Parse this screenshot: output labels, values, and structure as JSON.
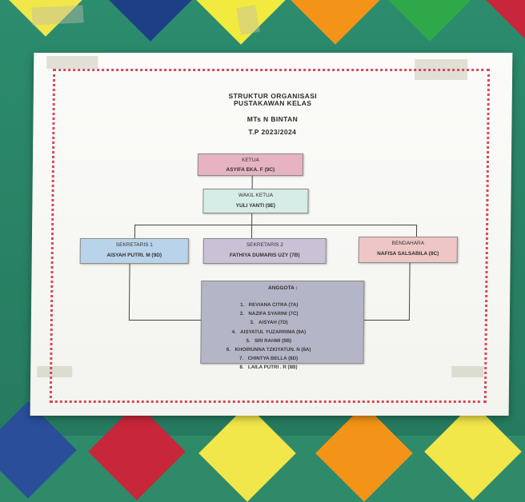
{
  "poster": {
    "title_lines": [
      "STRUKTUR ORGANISASI",
      "PUSTAKAWAN KELAS",
      "MTs N BINTAN",
      "T.P 2023/2024"
    ],
    "ketua": {
      "title": "KETUA",
      "name": "ASYIFA EKA. F (9C)"
    },
    "wakil": {
      "title": "WAKIL KETUA",
      "name": "YULI YANTI (9E)"
    },
    "sekretaris1": {
      "title": "SEKRETARIS 1",
      "name": "AISYAH PUTRI. M (9D)"
    },
    "sekretaris2": {
      "title": "SEKRETARIS 2",
      "name": "FATHIYA DUMARIS UZY (7B)"
    },
    "bendahara": {
      "title": "BENDAHARA",
      "name": "NAFISA SALSABILA (8C)"
    },
    "anggota": {
      "title": "ANGGOTA :",
      "members": [
        {
          "num": "1.",
          "name": "REVIANA CITRA (7A)"
        },
        {
          "num": "2.",
          "name": "NAZIFA SYARINI (7C)"
        },
        {
          "num": "3.",
          "name": "AISYAH (7D)"
        },
        {
          "num": "4.",
          "name": "AISYATUL YUZARRIMA (9A)"
        },
        {
          "num": "5.",
          "name": "SRI RAHMI (9B)"
        },
        {
          "num": "6.",
          "name": "KHOIRUNNA TZKIYATUN. N (8A)"
        },
        {
          "num": "7.",
          "name": "CHINTYA BELLA (8D)"
        },
        {
          "num": "8.",
          "name": "LAILA PUTRI . R (8B)"
        }
      ]
    }
  },
  "colors": {
    "wall": "#2c8c6d",
    "dots": "#d8475b",
    "ketua_box": "#e7b3c3",
    "wakil_box": "#d6ece6",
    "sekretaris1_box": "#b9d4ea",
    "sekretaris2_box": "#c9c2d6",
    "bendahara_box": "#efc6c6",
    "anggota_box": "#b5b5c8"
  }
}
